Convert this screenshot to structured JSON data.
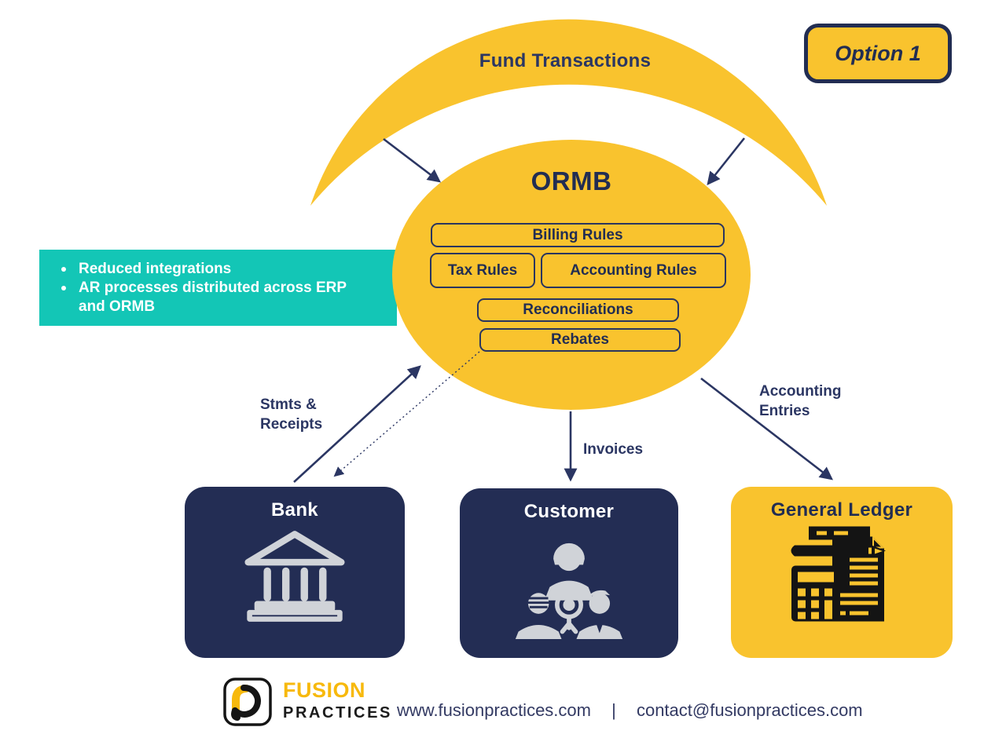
{
  "colors": {
    "yellow": "#F9C32E",
    "navy": "#232D54",
    "navy_text": "#2B3663",
    "teal": "#13C6B6",
    "white": "#FFFFFF",
    "icon_gray": "#D0D3D8",
    "icon_black": "#141414",
    "brand_yellow": "#F7B90D"
  },
  "badge": {
    "label": "Option 1"
  },
  "crescent": {
    "label": "Fund Transactions"
  },
  "ormb": {
    "title": "ORMB",
    "rules": [
      "Billing Rules",
      "Tax Rules",
      "Accounting Rules",
      "Reconciliations",
      "Rebates"
    ]
  },
  "callout": {
    "bullets": [
      "Reduced integrations",
      "AR processes distributed across ERP and ORMB"
    ]
  },
  "flows": {
    "bank": "Stmts & Receipts",
    "customer": "Invoices",
    "ledger": "Accounting Entries"
  },
  "nodes": {
    "bank": {
      "label": "Bank",
      "icon": "bank-icon"
    },
    "customer": {
      "label": "Customer",
      "icon": "customers-icon"
    },
    "ledger": {
      "label": "General Ledger",
      "icon": "ledger-calculator-icon"
    }
  },
  "footer": {
    "brand_primary": "FUSION",
    "brand_secondary": "PRACTICES",
    "website": "www.fusionpractices.com",
    "separator": "|",
    "email": "contact@fusionpractices.com"
  }
}
